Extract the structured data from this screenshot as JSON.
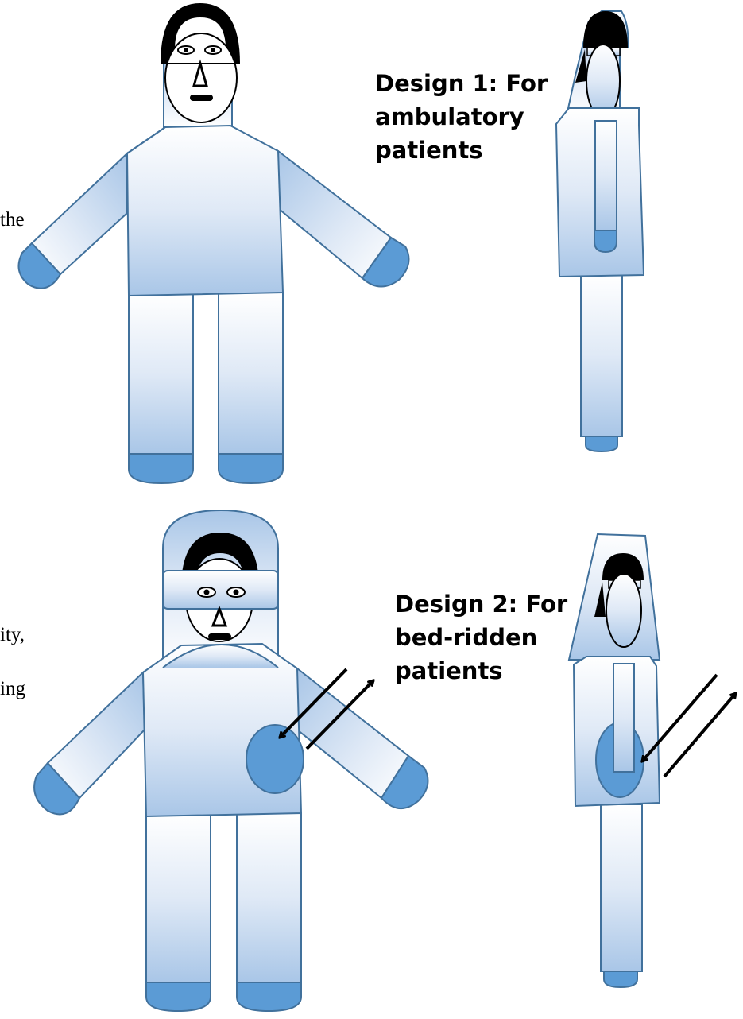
{
  "designs": [
    {
      "title_line1": "Design 1: For",
      "title_line2": "ambulatory",
      "title_line3": "patients"
    },
    {
      "title_line1": "Design 2: For",
      "title_line2": "bed-ridden",
      "title_line3": "patients"
    }
  ],
  "cut_text": [
    "the",
    "ity,",
    "ing"
  ],
  "colors": {
    "suit_light": "#ffffff",
    "suit_mid": "#dfe9f6",
    "suit_dark": "#a9c6e7",
    "outline": "#41719c",
    "boot": "#5b9bd5",
    "hair": "#000000"
  }
}
